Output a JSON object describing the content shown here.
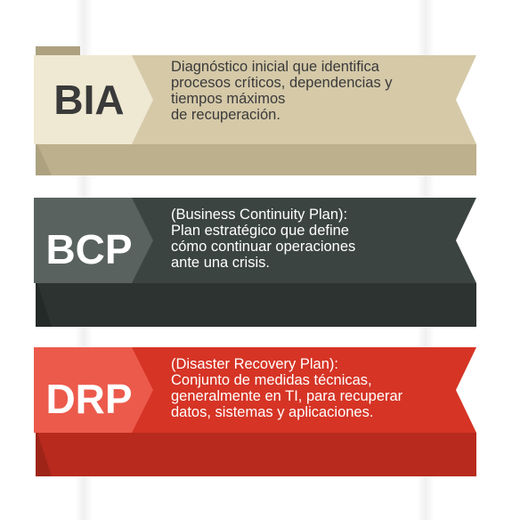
{
  "banners": [
    {
      "id": "bia",
      "acronym": "BIA",
      "description": "Diagnóstico inicial que identifica\nprocesos críticos, dependencias y\ntiempos máximos\nde recuperación.",
      "colors": {
        "main": "#d5c9a8",
        "dark": "#bdb08d",
        "shadow": "#ada180",
        "tab": "#efe8d2",
        "text": "#3a3a3a"
      }
    },
    {
      "id": "bcp",
      "acronym": "BCP",
      "description": "(Business Continuity Plan):\nPlan estratégico que define\ncómo continuar operaciones\nante una crisis.",
      "colors": {
        "main": "#3b4441",
        "dark": "#2c3331",
        "shadow": "#242a28",
        "tab": "#59625f",
        "text": "#ffffff"
      }
    },
    {
      "id": "drp",
      "acronym": "DRP",
      "description": "(Disaster Recovery Plan):\nConjunto de medidas técnicas,\ngeneralmente en TI, para recuperar\ndatos, sistemas y aplicaciones.",
      "colors": {
        "main": "#d63425",
        "dark": "#b82a1e",
        "shadow": "#9e2418",
        "tab": "#ec5a4b",
        "text": "#ffffff"
      }
    }
  ]
}
